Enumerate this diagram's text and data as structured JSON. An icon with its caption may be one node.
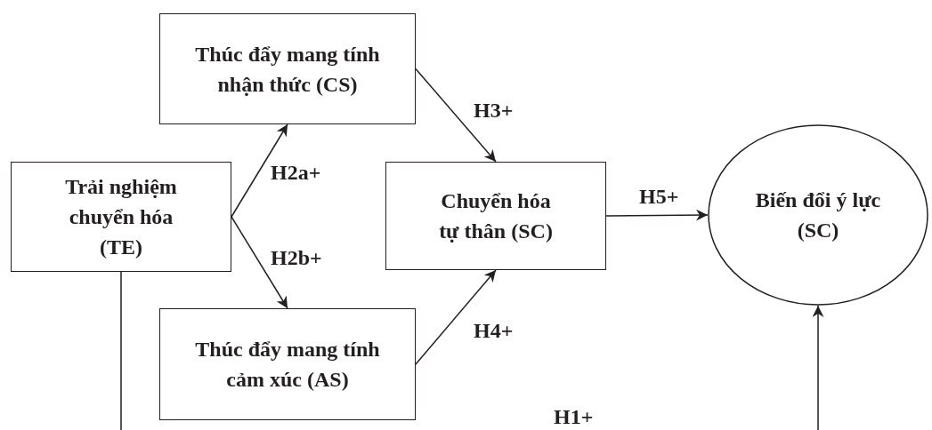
{
  "diagram": {
    "nodes": [
      {
        "text": [
          "Thúc đẩy mang tính nhận thức (CS)"
        ]
      },
      {
        "text": [
          "Trải nghiệm chuyển hóa (TE)"
        ]
      },
      {
        "text": [
          "Chuyển hóa tự thân (SC)"
        ]
      },
      {
        "text": [
          "Biến đổi ý lực (SC)"
        ]
      },
      {
        "text": [
          "Thúc đẩy mang tính cảm xúc (AS)"
        ]
      }
    ],
    "edges": [
      {
        "from": 1,
        "to": 0,
        "arrow": "to",
        "label": "H2a+"
      },
      {
        "from": 1,
        "to": 4,
        "arrow": "to",
        "label": "H2b+"
      },
      {
        "from": 0,
        "to": 2,
        "arrow": "to",
        "label": "H3+"
      },
      {
        "from": 4,
        "to": 2,
        "arrow": "to",
        "label": "H4+"
      },
      {
        "from": 2,
        "to": 3,
        "arrow": "to",
        "label": "H5+"
      },
      {
        "from": 1,
        "to": 3,
        "arrow": "to",
        "label": "H1+"
      }
    ]
  }
}
